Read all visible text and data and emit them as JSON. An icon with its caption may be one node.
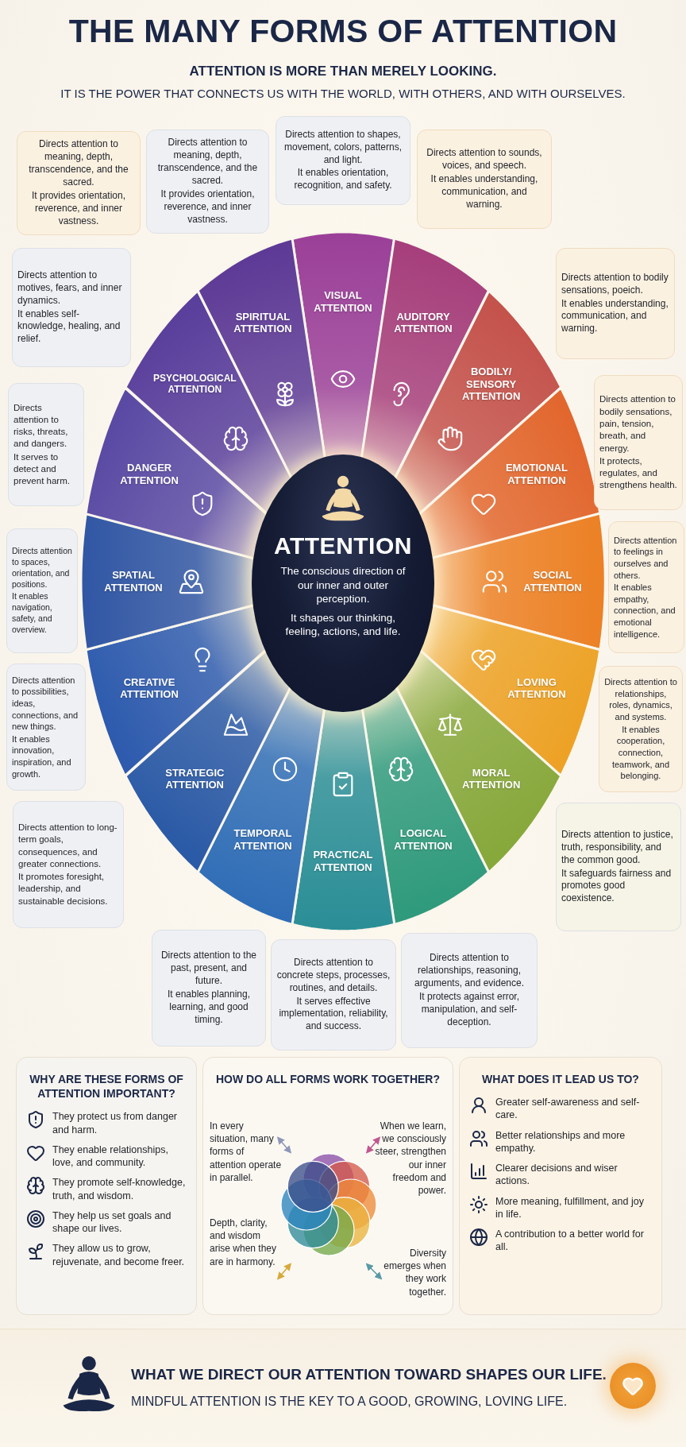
{
  "diagram": {
    "title": "THE MANY FORMS OF ATTENTION",
    "nodes": [
      {
        "text": [
          "ATTENTION",
          "The conscious direction of our inner and outer perception.",
          "It shapes our thinking, feeling, actions, and life."
        ]
      },
      {
        "text": [
          "VISUAL ATTENTION"
        ]
      },
      {
        "text": [
          "AUDITORY ATTENTION"
        ]
      },
      {
        "text": [
          "BODILY/ SENSORY ATTENTION"
        ]
      },
      {
        "text": [
          "EMOTIONAL ATTENTION"
        ]
      },
      {
        "text": [
          "SOCIAL ATTENTION"
        ]
      },
      {
        "text": [
          "LOVING ATTENTION"
        ]
      },
      {
        "text": [
          "MORAL ATTENTION"
        ]
      },
      {
        "text": [
          "LOGICAL ATTENTION"
        ]
      },
      {
        "text": [
          "PRACTICAL ATTENTION"
        ]
      },
      {
        "text": [
          "TEMPORAL ATTENTION"
        ]
      },
      {
        "text": [
          "STRATEGIC ATTENTION"
        ]
      },
      {
        "text": [
          "CREATIVE ATTENTION"
        ]
      },
      {
        "text": [
          "SPATIAL ATTENTION"
        ]
      },
      {
        "text": [
          "DANGER ATTENTION"
        ]
      },
      {
        "text": [
          "PSYCHOLOGICAL ATTENTION"
        ]
      },
      {
        "text": [
          "SPIRITUAL ATTENTION"
        ]
      },
      {
        "text": [
          "Directs attention to meaning, depth, transcendence, and the sacred.",
          "It provides orientation, reverence, and inner vastness."
        ]
      },
      {
        "text": [
          "Directs attention to meaning, depth, transcendence, and the sacred.",
          "It provides orientation, reverence, and inner vastness."
        ]
      },
      {
        "text": [
          "Directs attention to shapes, movement, colors, patterns, and light.",
          "It enables orientation, recognition, and safety."
        ]
      },
      {
        "text": [
          "Directs attention to sounds, voices, and speech.",
          "It enables understanding, communication, and warning."
        ]
      },
      {
        "text": [
          "Directs attention to bodily sensations, poeich.",
          "It enables understanding, communication, and warning."
        ]
      },
      {
        "text": [
          "Directs attention to bodily sensations, pain, tension, breath, and energy.",
          "It protects, regulates, and strengthens health."
        ]
      },
      {
        "text": [
          "Directs attention to feelings in ourselves and others.",
          "It enables empathy, connection, and emotional intelligence."
        ]
      },
      {
        "text": [
          "Directs attention to relationships, roles, dynamics, and systems.",
          "It enables cooperation, connection, teamwork, and belonging."
        ]
      },
      {
        "text": [
          "Directs attention to justice, truth, responsibility, and the common good.",
          "It safeguards fairness and promotes good coexistence."
        ]
      },
      {
        "text": [
          "Directs attention to relationships, reasoning, arguments, and evidence.",
          "It protects against error, manipulation, and self-deception."
        ]
      },
      {
        "text": [
          "Directs attention to concrete steps, processes, routines, and details.",
          "It serves effective implementation, reliability, and success."
        ]
      },
      {
        "text": [
          "Directs attention to the past, present, and future.",
          "It enables planning, learning, and good timing."
        ]
      },
      {
        "text": [
          "Directs attention to long-term goals, consequences, and greater connections.",
          "It promotes foresight, leadership, and sustainable decisions."
        ]
      },
      {
        "text": [
          "Directs attention to possibilities, ideas, connections, and new things.",
          "It enables innovation, inspiration, and growth."
        ]
      },
      {
        "text": [
          "Directs attention to spaces, orientation, and positions.",
          "It enables navigation, safety, and overview."
        ]
      },
      {
        "text": [
          "Directs attention to risks, threats, and dangers.",
          "It serves to detect and prevent harm."
        ]
      },
      {
        "text": [
          "Directs attention to motives, fears, and inner dynamics.",
          "It enables self-knowledge, healing, and relief."
        ]
      },
      {
        "text": [
          "WHY ARE THESE FORMS OF ATTENTION IMPORTANT?",
          "They protect us from danger and harm.",
          "They enable relationships, love, and community.",
          "They promote self-knowledge, truth, and wisdom.",
          "They help us set goals and shape our lives.",
          "They allow us to grow, rejuvenate, and become freer."
        ]
      },
      {
        "text": [
          "HOW DO ALL FORMS WORK TOGETHER?",
          "In every situation, many forms of attention operate in parallel.",
          "When we learn, we consciously steer, strengthen our inner freedom and power.",
          "Depth, clarity, and wisdom arise when they are in harmony.",
          "Diversity emerges when they work together."
        ]
      },
      {
        "text": [
          "WHAT DOES IT LEAD US TO?",
          "Greater self-awareness and self-care.",
          "Better relationships and more empathy.",
          "Clearer decisions and wiser actions.",
          "More meaning, fulfillment, and joy in life.",
          "A contribution to a better world for all."
        ]
      },
      {
        "text": [
          "WHAT WE DIRECT OUR ATTENTION TOWARD SHAPES OUR LIFE.",
          "MINDFUL ATTENTION IS THE KEY TO A GOOD, GROWING, LOVING LIFE."
        ]
      }
    ],
    "labels": [
      "ATTENTION IS MORE THAN MERELY LOOKING.",
      "IT IS THE POWER THAT CONNECTS US WITH THE WORLD, WITH OTHERS, AND WITH OURSELVES."
    ]
  }
}
